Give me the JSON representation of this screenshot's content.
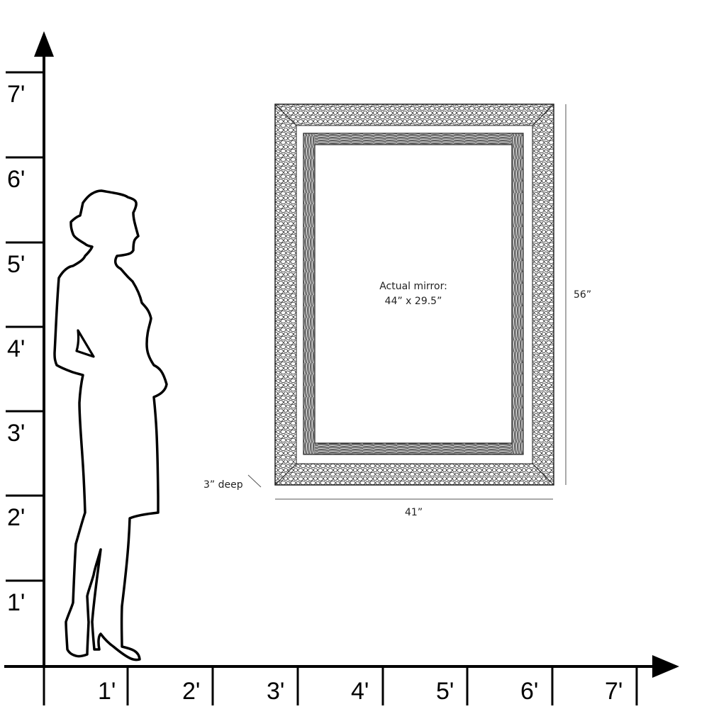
{
  "vertical_axis": {
    "labels": [
      "7'",
      "6'",
      "5'",
      "4'",
      "3'",
      "2'",
      "1'"
    ]
  },
  "horizontal_axis": {
    "labels": [
      "1'",
      "2'",
      "3'",
      "4'",
      "5'",
      "6'",
      "7'"
    ]
  },
  "mirror": {
    "inner_label_line1": "Actual mirror:",
    "inner_label_line2": "44” x 29.5”",
    "height_label": "56”",
    "width_label": "41”",
    "depth_label": "3” deep"
  },
  "colors": {
    "line": "#000000",
    "background": "#ffffff"
  }
}
